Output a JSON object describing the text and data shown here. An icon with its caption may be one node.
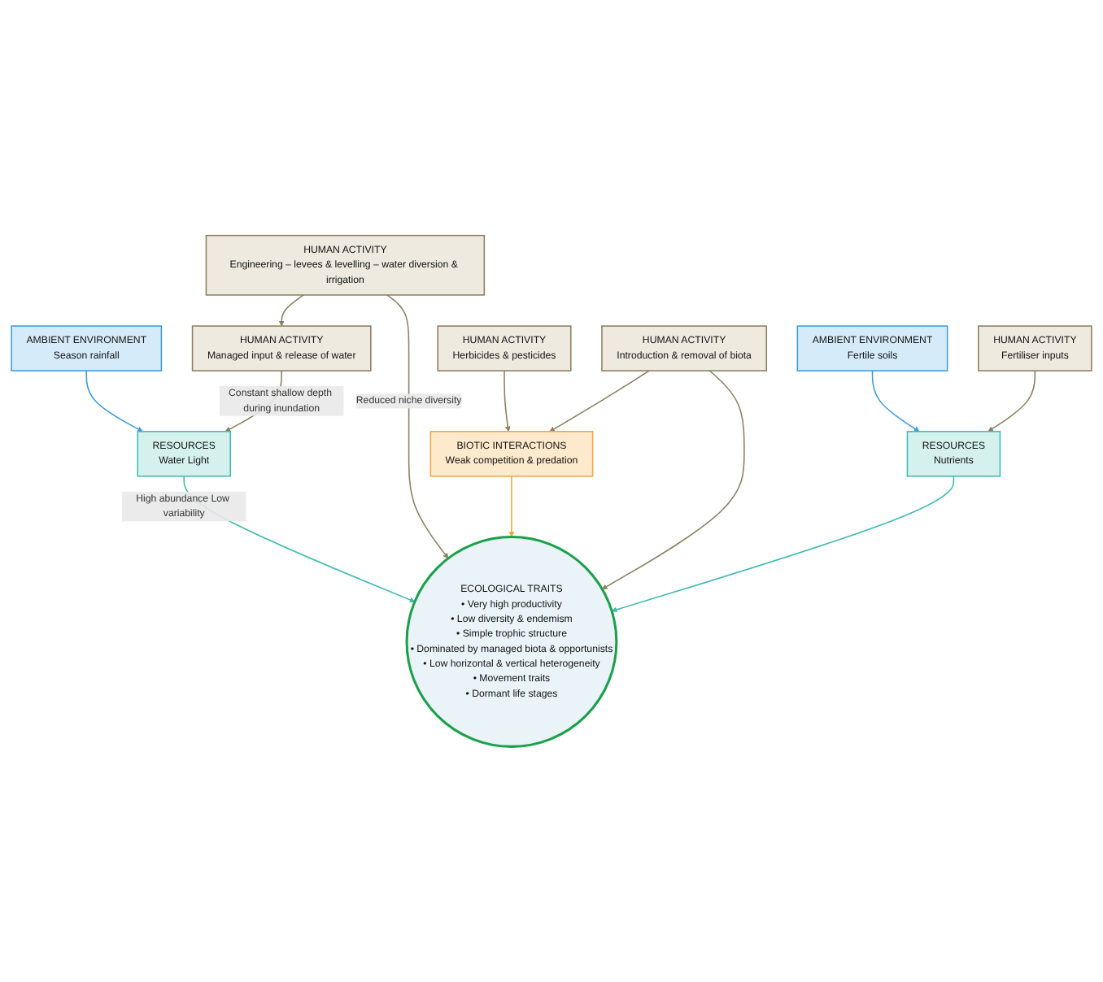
{
  "diagram": {
    "nodes": [
      {
        "text": [
          "AMBIENT ENVIRONMENT",
          "Season rainfall"
        ]
      },
      {
        "text": [
          "RESOURCES",
          "Water Light"
        ]
      },
      {
        "text": [
          "HUMAN ACTIVITY",
          "Managed input & release of water"
        ]
      },
      {
        "text": [
          "HUMAN ACTIVITY",
          "Herbicides & pesticides"
        ]
      },
      {
        "text": [
          "HUMAN ACTIVITY",
          "Engineering – levees & levelling – water diversion & irrigation"
        ]
      },
      {
        "text": [
          "BIOTIC INTERACTIONS",
          "Weak competition & predation"
        ]
      },
      {
        "text": [
          "AMBIENT ENVIRONMENT",
          "Fertile soils"
        ]
      },
      {
        "text": [
          "ECOLOGICAL TRAITS",
          "• Very high productivity",
          "• Low diversity & endemism",
          "• Simple trophic structure",
          "• Dominated by managed biota & opportunists",
          "• Low horizontal & vertical heterogeneity",
          "• Movement traits",
          "• Dormant life stages"
        ]
      },
      {
        "text": [
          "RESOURCES",
          "Nutrients"
        ]
      },
      {
        "text": [
          "HUMAN ACTIVITY",
          "Introduction & removal of biota"
        ]
      },
      {
        "text": [
          "HUMAN ACTIVITY",
          "Fertiliser inputs"
        ]
      }
    ],
    "edges": [
      {
        "from": 0,
        "to": 1,
        "arrow": "to",
        "color": "#3a9ad9"
      },
      {
        "from": 2,
        "to": 1,
        "arrow": "to",
        "label": "Constant shallow depth during inundation"
      },
      {
        "from": 4,
        "to": 2,
        "arrow": "to"
      },
      {
        "from": 1,
        "to": 7,
        "arrow": "to",
        "label": "High abundance Low variability",
        "color": "#3bbab0"
      },
      {
        "from": 4,
        "to": 7,
        "arrow": "to",
        "label": "Reduced niche diversity"
      },
      {
        "from": 3,
        "to": 5,
        "arrow": "to"
      },
      {
        "from": 5,
        "to": 7,
        "arrow": "to",
        "color": "#f5a33a"
      },
      {
        "from": 9,
        "to": 5,
        "arrow": "to"
      },
      {
        "from": 9,
        "to": 7,
        "arrow": "to"
      },
      {
        "from": 6,
        "to": 8,
        "arrow": "to",
        "color": "#3a9ad9"
      },
      {
        "from": 8,
        "to": 7,
        "arrow": "to",
        "color": "#3bbab0"
      },
      {
        "from": 10,
        "to": 8,
        "arrow": "to"
      }
    ]
  }
}
